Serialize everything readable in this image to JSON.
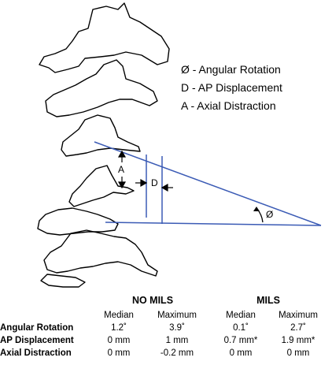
{
  "legend": [
    "Ø - Angular Rotation",
    "D - AP Displacement",
    "A - Axial Distraction"
  ],
  "diagram_labels": {
    "axial": "A",
    "ap": "D",
    "angle": "Ø"
  },
  "table": {
    "groups": [
      "NO MILS",
      "MILS"
    ],
    "subheaders": [
      "Median",
      "Maximum",
      "Median",
      "Maximum"
    ],
    "rows": [
      {
        "label": "Angular Rotation",
        "values": [
          "1.2˚",
          "3.9˚",
          "0.1˚",
          "2.7˚"
        ]
      },
      {
        "label": "AP Displacement",
        "values": [
          "0 mm",
          "1 mm",
          "0.7 mm*",
          "1.9 mm*"
        ]
      },
      {
        "label": "Axial Distraction",
        "values": [
          "0 mm",
          "-0.2 mm",
          "0 mm",
          "0 mm"
        ]
      }
    ]
  },
  "colors": {
    "measurement_lines": "#3b5bb5",
    "outline": "#000000"
  }
}
